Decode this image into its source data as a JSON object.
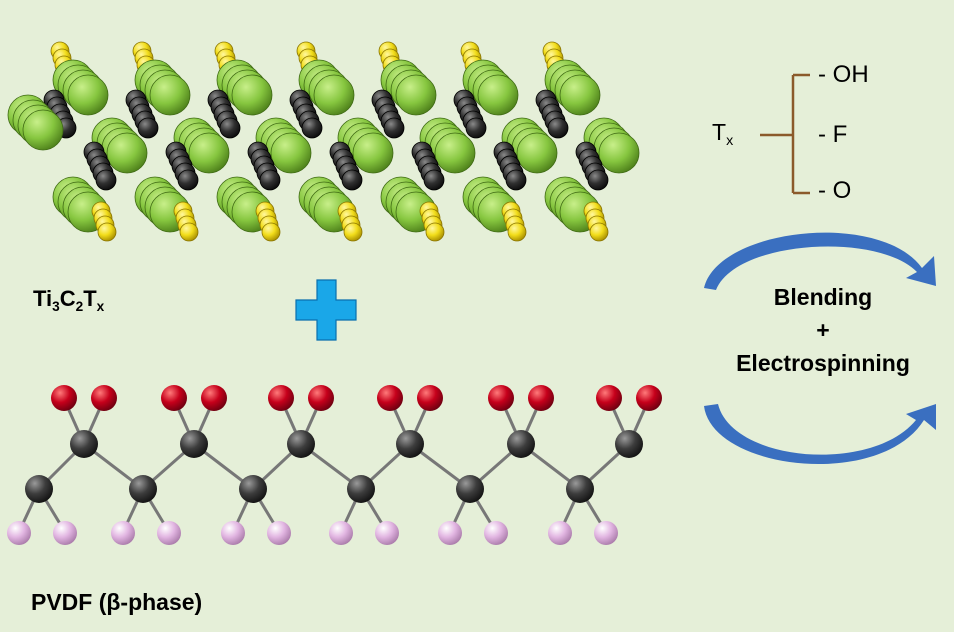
{
  "mxene": {
    "label_parts": [
      "Ti",
      "3",
      "C",
      "2",
      "T",
      "x"
    ],
    "colors": {
      "ti": "#8fce4a",
      "carbon": "#2d2d2d",
      "terminal": "#f2dd1a"
    }
  },
  "pvdf": {
    "label": "PVDF (β-phase)",
    "colors": {
      "backbone": "#3d3d3d",
      "fluorine": "#c6001b",
      "hydrogen": "#e2b6e2",
      "bond": "#777777"
    }
  },
  "plus": {
    "color": "#1aa7e8"
  },
  "terminations": {
    "root_base": "T",
    "root_sub": "x",
    "groups": [
      "- OH",
      "- F",
      "- O"
    ],
    "bracket_color": "#8b5a2b"
  },
  "process": {
    "lines": [
      "Blending",
      "+",
      "Electrospinning"
    ],
    "arrow_color": "#3a6fc0"
  }
}
